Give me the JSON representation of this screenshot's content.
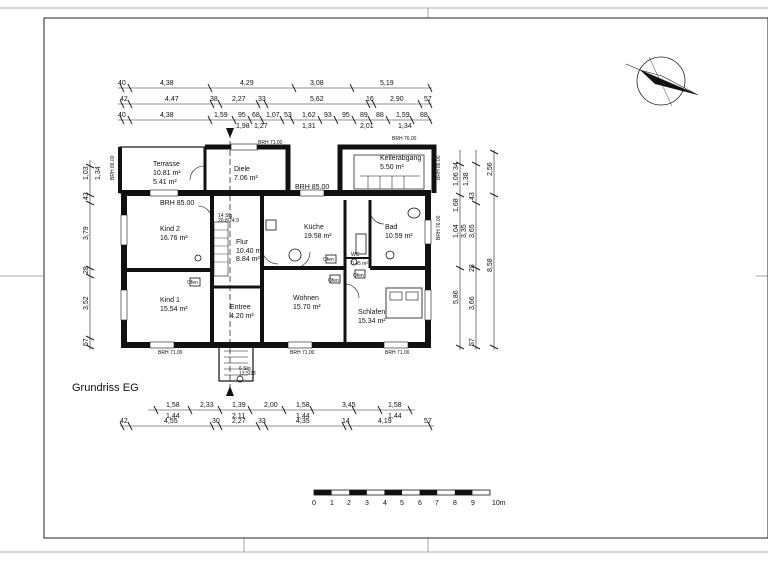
{
  "drawing": {
    "title": "Grundriss EG",
    "scale": {
      "ticks": [
        "0",
        "1",
        "2",
        "3",
        "4",
        "5",
        "6",
        "7",
        "8",
        "9"
      ],
      "unit_label": "10m"
    }
  },
  "rooms": [
    {
      "name": "Terrasse",
      "area": "10.81 m²",
      "area2": "5.41 m²"
    },
    {
      "name": "Diele",
      "area": "7.06 m²"
    },
    {
      "name": "Kellerabgang",
      "area": "5.50 m²"
    },
    {
      "name": "Kind 2",
      "area": "16.76 m²"
    },
    {
      "name": "Küche",
      "area": "19.58 m²"
    },
    {
      "name": "Bad",
      "area": "10.59 m²"
    },
    {
      "name": "Flur",
      "area": "10.40 m²",
      "area2": "8.84 m²"
    },
    {
      "name": "Kind 1",
      "area": "15.54 m²"
    },
    {
      "name": "Entree",
      "area": "4.20 m²"
    },
    {
      "name": "Wohnen",
      "area": "15.70 m²"
    },
    {
      "name": "Schlafen",
      "area": "15.34 m²"
    },
    {
      "name": "WC",
      "area": "0.45 m²"
    }
  ],
  "labels": {
    "brh_85_a": "BRH 85.00",
    "brh_85_b": "BRH 85.00",
    "brh_71_top": "BRH 71.00",
    "brh_76_top": "BRH 76.00",
    "brh_71_b1": "BRH 71.00",
    "brh_71_b2": "BRH 71.00",
    "brh_71_b3": "BRH 71.00",
    "brh_86_left": "BRH 86.00",
    "brh_86_right": "BRH 86.00",
    "brh_76_right": "BRH 76.00",
    "ofen_1": "Ofen",
    "ofen_2": "Ofen",
    "ofen_3": "Ofen",
    "ofen_4": "Ofen",
    "stair_top": "14 Stg",
    "stair_top2": "20.8/24.9",
    "stair_bottom": "6 Stg",
    "stair_bottom2": "13.5/28"
  },
  "dims_top": {
    "row1": [
      "40",
      "4,38",
      "4,29",
      "3,08",
      "5,19"
    ],
    "row2": [
      "42",
      "4,47",
      "38",
      "2,27",
      "33",
      "5,62",
      "16",
      "2,90",
      "57"
    ],
    "row3": [
      "40",
      "4,38",
      "1,59",
      "95",
      "68",
      "1,07",
      "53",
      "1,62",
      "93",
      "95",
      "89",
      "88",
      "1,59",
      "88"
    ],
    "row3b": [
      "1,98",
      "1,27",
      "1,31",
      "2,01",
      "1,34"
    ]
  },
  "dims_bottom": {
    "row1": [
      "1,58",
      "2,33",
      "1,39",
      "2,00",
      "1,58",
      "3,45",
      "1,58"
    ],
    "row1b": [
      "1,44",
      "2,11",
      "1,44",
      "1,44"
    ],
    "row2": [
      "42",
      "4,55",
      "30",
      "2,27",
      "33",
      "4,35",
      "14",
      "4,19",
      "57"
    ]
  },
  "dims_left": {
    "col1": [
      "1,03",
      "1,34",
      "43",
      "3,79",
      "28",
      "3,52",
      "57"
    ]
  },
  "dims_right": {
    "col1": [
      "34",
      "1,06",
      "1,38",
      "43",
      "1,68",
      "1,04",
      "3,35",
      "3,65",
      "28",
      "5,86",
      "3,66",
      "57"
    ],
    "col2": [
      "2,56",
      "8,58"
    ]
  }
}
